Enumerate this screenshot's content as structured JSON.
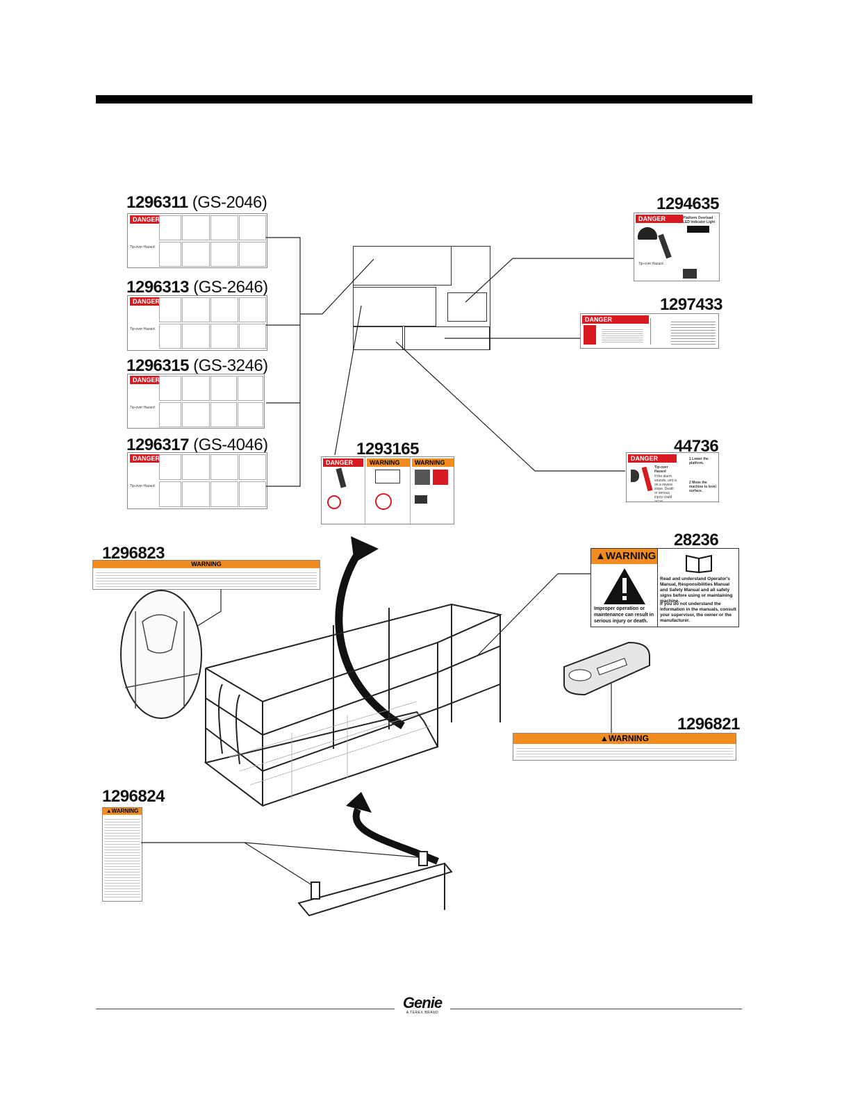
{
  "labels": {
    "l1296311": {
      "part": "1296311",
      "model": "(GS-2046)"
    },
    "l1296313": {
      "part": "1296313",
      "model": "(GS-2646)"
    },
    "l1296315": {
      "part": "1296315",
      "model": "(GS-3246)"
    },
    "l1296317": {
      "part": "1296317",
      "model": "(GS-4046)"
    },
    "l1294635": "1294635",
    "l1297433": "1297433",
    "l1293165": "1293165",
    "l44736": "44736",
    "l1296823": "1296823",
    "l28236": "28236",
    "l1296821": "1296821",
    "l1296824": "1296824"
  },
  "decals": {
    "danger": "DANGER",
    "warning": "WARNING",
    "tipover": "Tip-over Hazard",
    "platform_overload": "Platform Overload LED Indicator Light",
    "a44736": {
      "t1": "Tip-over Hazard",
      "t2": "If the alarm sounds, unit is on a severe slope. Death or serious injury could occur.",
      "s1": "1 Lower the platform.",
      "s2": "2 Move the machine to level surface."
    },
    "w28236": {
      "left": "Improper operation or maintenance can result in serious injury or death.",
      "right1": "Read and understand Operator's Manual, Responsibilities Manual and Safety Manual and all safety signs before using or maintaining machine.",
      "right2": "If you do not understand the information in the manuals, consult your supervisor, the owner or the manufacturer."
    }
  },
  "logo": {
    "name": "Genie",
    "sub": "A TEREX BRAND"
  },
  "colors": {
    "danger": "#d71920",
    "warning": "#f28c1e"
  }
}
